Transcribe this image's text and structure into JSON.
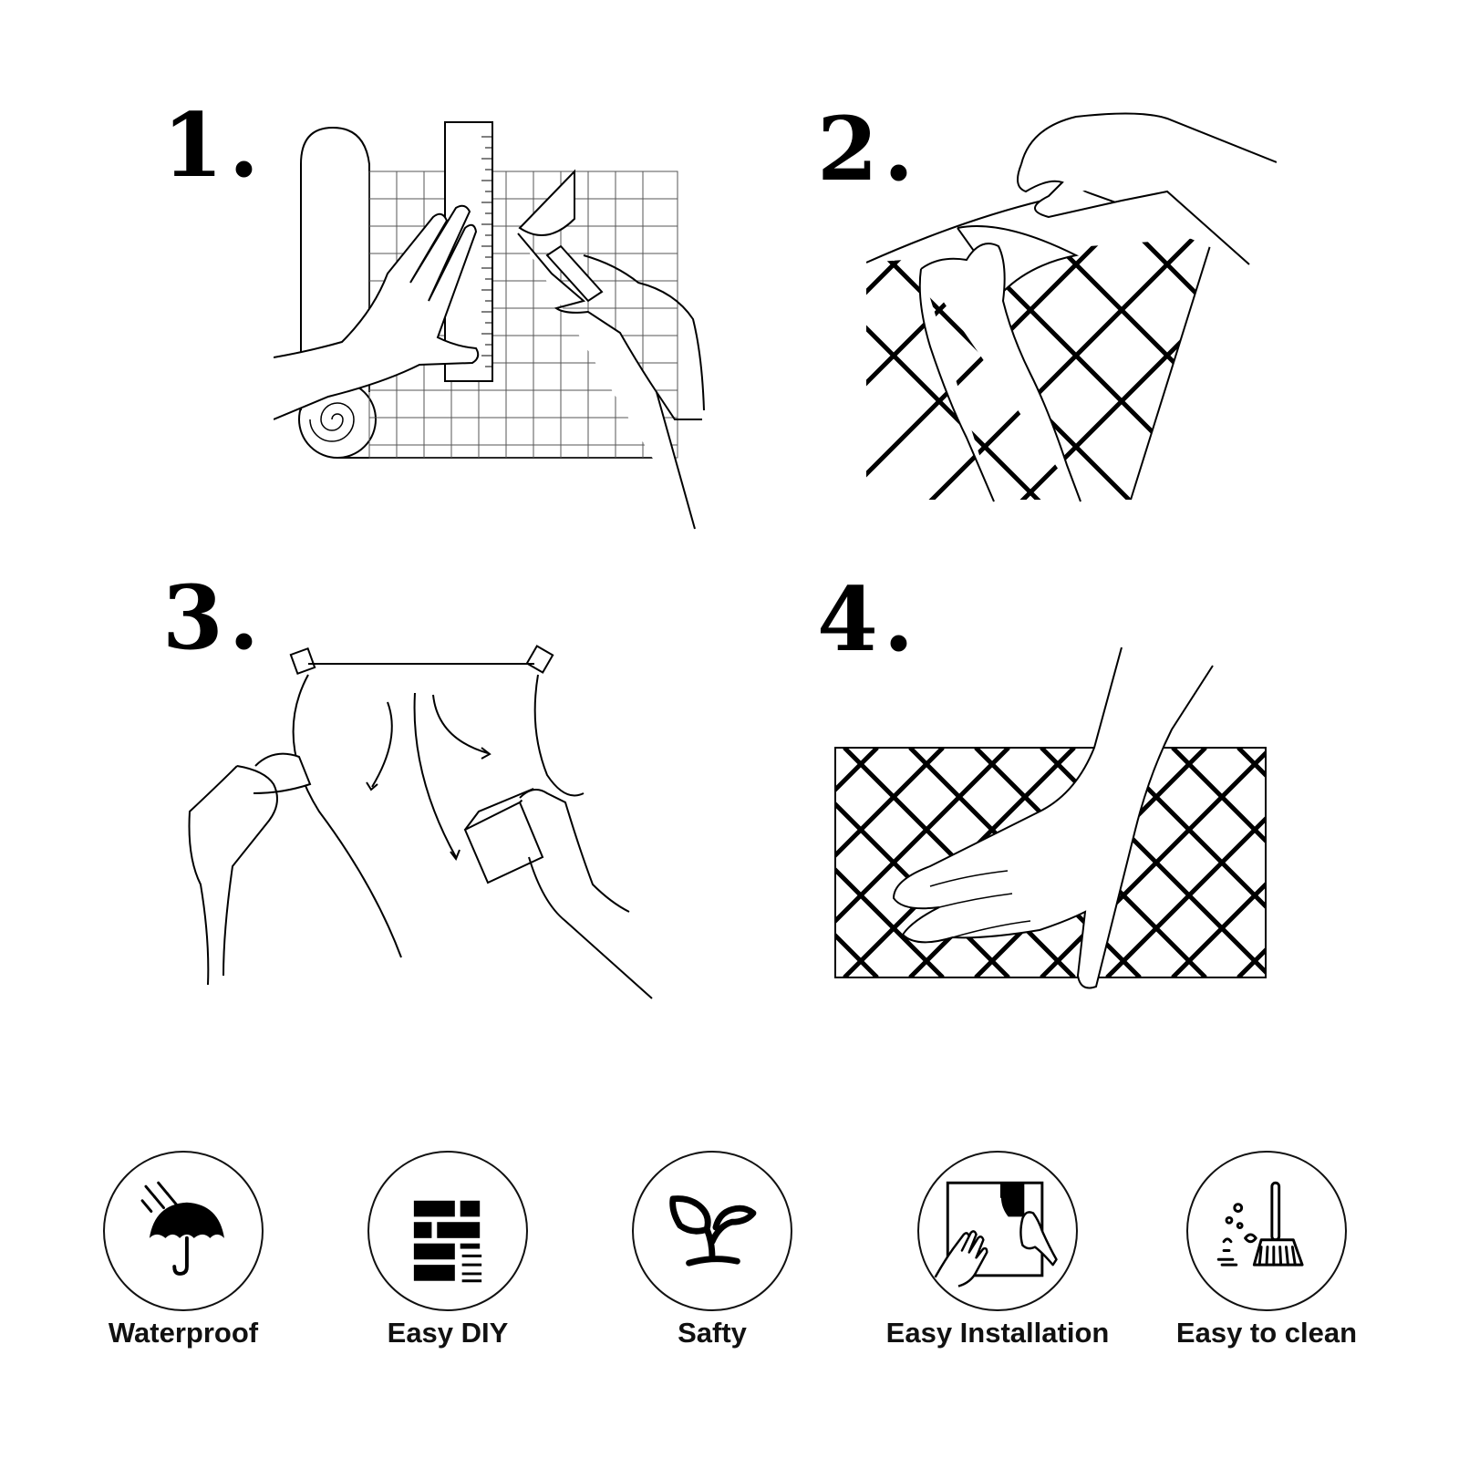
{
  "steps": [
    {
      "number": "1."
    },
    {
      "number": "2."
    },
    {
      "number": "3."
    },
    {
      "number": "4."
    }
  ],
  "features": [
    {
      "label": "Waterproof",
      "icon": "umbrella-rain-icon"
    },
    {
      "label": "Easy DIY",
      "icon": "brick-wall-icon"
    },
    {
      "label": "Safty",
      "icon": "sprout-icon"
    },
    {
      "label": "Easy Installation",
      "icon": "tile-install-hands-icon"
    },
    {
      "label": "Easy to clean",
      "icon": "broom-icon"
    }
  ],
  "colors": {
    "ink": "#000000",
    "background": "#ffffff"
  }
}
